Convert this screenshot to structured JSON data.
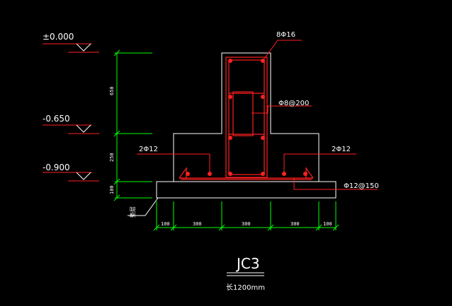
{
  "colors": {
    "background": "#000000",
    "outline": "#ffffff",
    "rebar": "#ff2020",
    "leader": "#ff2020",
    "dimension": "#00ff00",
    "text": "#ffffff"
  },
  "elevations": [
    {
      "label": "±0.000"
    },
    {
      "label": "-0.650"
    },
    {
      "label": "-0.900"
    }
  ],
  "rebar_labels": {
    "column_main": "8Φ16",
    "stirrup": "Φ8@200",
    "base_left": "2Φ12",
    "base_right": "2Φ12",
    "bottom": "Φ12@150"
  },
  "vertical_dims": [
    "650",
    "250",
    "100"
  ],
  "bedding_label": "垫层",
  "horizontal_dims": [
    "100",
    "300",
    "300",
    "300",
    "100"
  ],
  "title": "JC3",
  "subtitle": "长1200mm"
}
